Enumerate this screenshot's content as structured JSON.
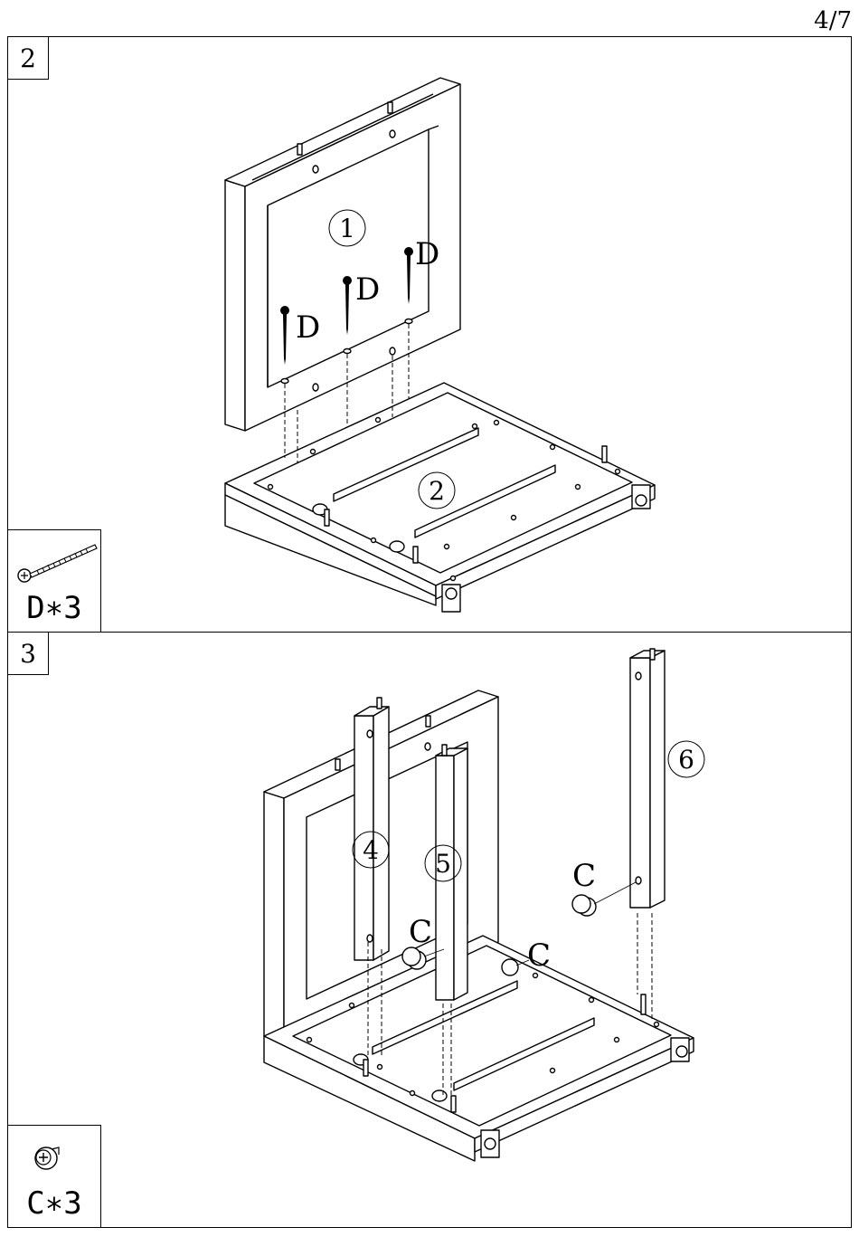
{
  "page": {
    "number": "4/7"
  },
  "steps": [
    {
      "number": "2",
      "callouts": {
        "top_panel": "1",
        "bottom_frame": "2"
      },
      "screw_letters": [
        "D",
        "D",
        "D"
      ],
      "parts": {
        "icon": "wood-screw-icon",
        "label": "D∗3"
      }
    },
    {
      "number": "3",
      "callouts": {
        "leg_a": "4",
        "leg_b": "5",
        "leg_c": "6"
      },
      "cam_letters": [
        "C",
        "C",
        "C"
      ],
      "parts": {
        "icon": "cam-lock-icon",
        "label": "C∗3"
      }
    }
  ]
}
